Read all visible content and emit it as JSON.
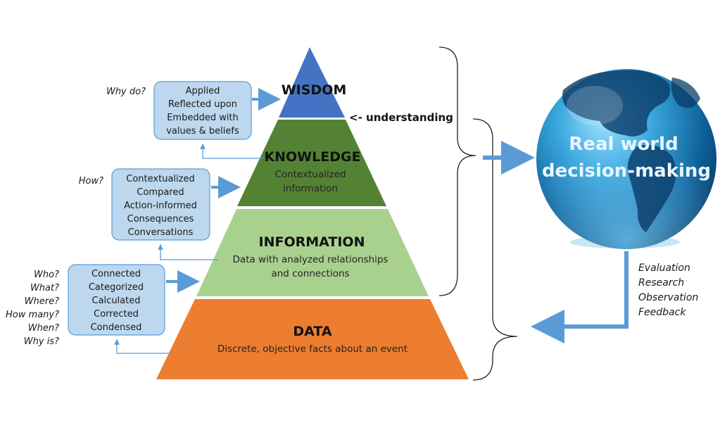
{
  "pyramid": {
    "wisdom": {
      "title": "WISDOM"
    },
    "knowledge": {
      "title": "KNOWLEDGE",
      "desc": [
        "Contextualized",
        "information"
      ]
    },
    "information": {
      "title": "INFORMATION",
      "desc": [
        "Data with analyzed relationships",
        "and connections"
      ]
    },
    "data": {
      "title": "DATA",
      "desc": [
        "Discrete, objective facts about an event"
      ]
    }
  },
  "side_boxes": {
    "wisdom": {
      "question": [
        "Why do?"
      ],
      "lines": [
        "Applied",
        "Reflected upon",
        "Embedded  with",
        "values & beliefs"
      ]
    },
    "knowledge": {
      "question": [
        "How?"
      ],
      "lines": [
        "Contextualized",
        "Compared",
        "Action-informed",
        "Consequences",
        "Conversations"
      ]
    },
    "information": {
      "question": [
        "Who?",
        "What?",
        "Where?",
        "How many?",
        "When?",
        "Why is?"
      ],
      "lines": [
        "Connected",
        "Categorized",
        "Calculated",
        "Corrected",
        "Condensed"
      ]
    }
  },
  "understanding_label": "<- understanding",
  "globe": {
    "lines": [
      "Real world",
      "decision-making"
    ]
  },
  "feedback": {
    "lines": [
      "Evaluation",
      "Research",
      "Observation",
      "Feedback"
    ]
  },
  "colors": {
    "wisdom": "#4472c4",
    "knowledge": "#548235",
    "information": "#a9d18e",
    "data": "#ed7d31",
    "box_fill": "#bdd7ee",
    "box_stroke": "#5b9bd5",
    "arrow": "#5b9bd5"
  }
}
